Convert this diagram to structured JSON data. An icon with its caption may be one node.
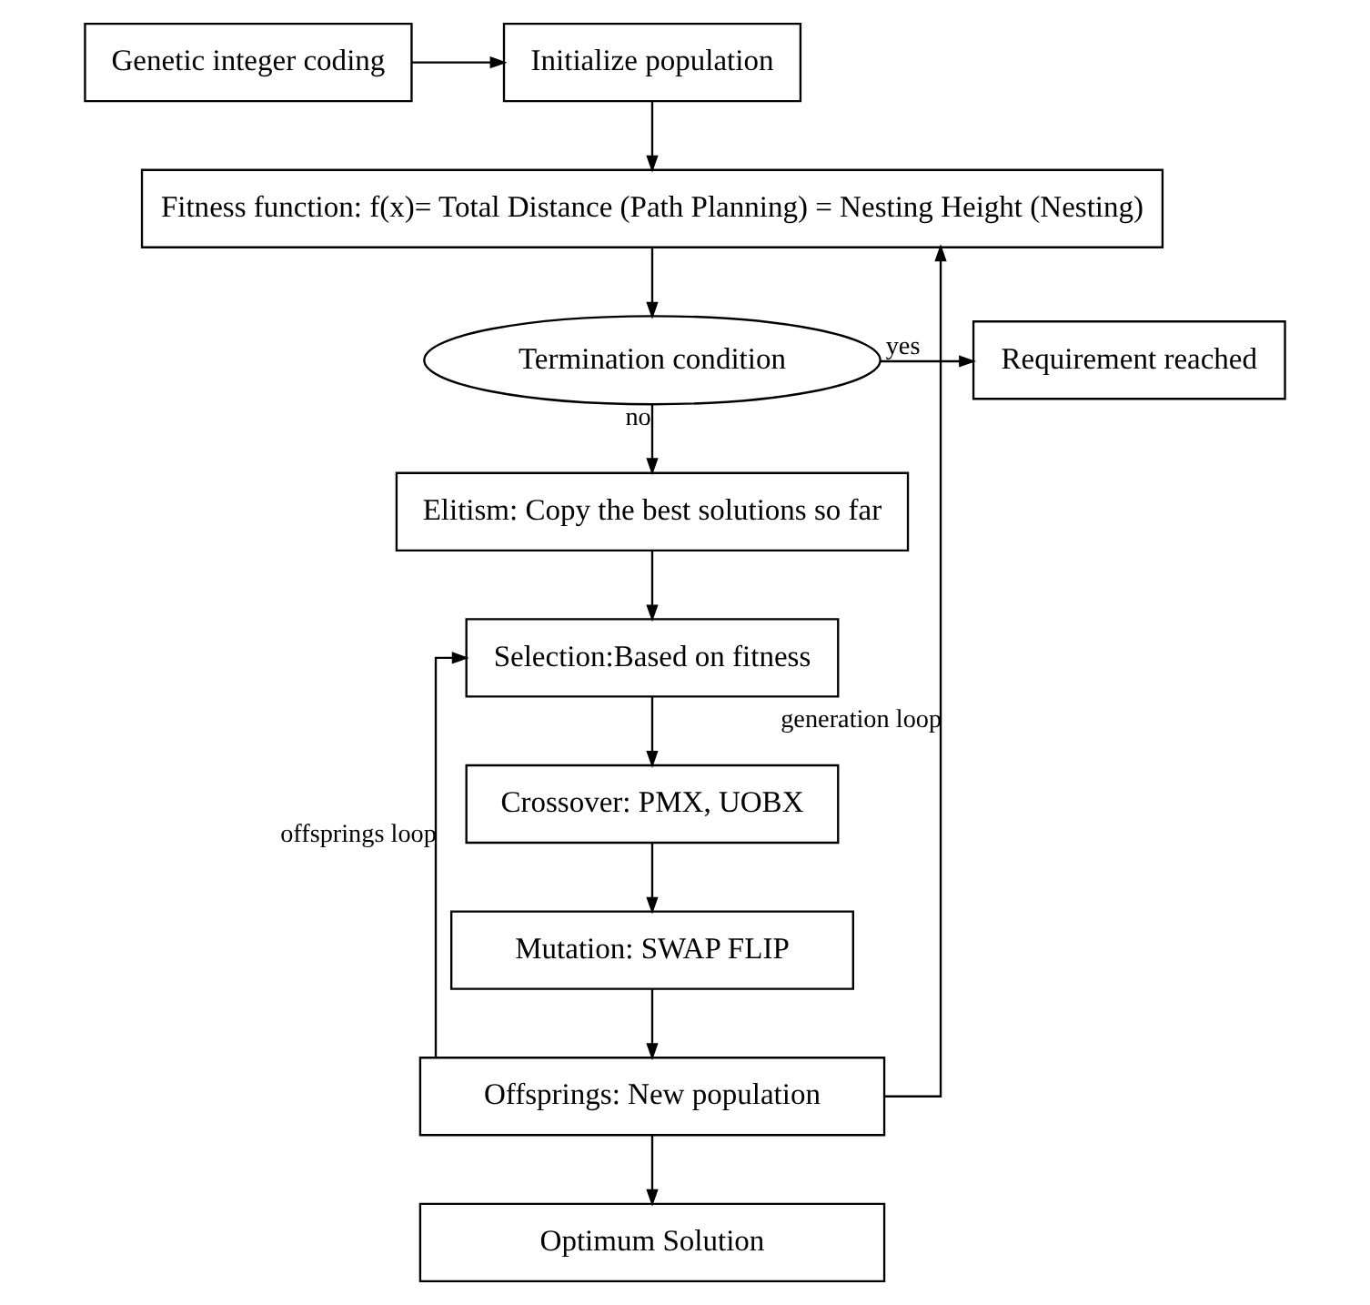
{
  "diagram": {
    "nodes": [
      {
        "text": [
          "Genetic integer coding"
        ]
      },
      {
        "text": [
          "Initialize population"
        ]
      },
      {
        "text": [
          "Fitness function: f(x)= Total Distance (Path Planning) = Nesting Height (Nesting)"
        ]
      },
      {
        "text": [
          "Termination condition"
        ]
      },
      {
        "text": [
          "Requirement reached"
        ]
      },
      {
        "text": [
          "Elitism: Copy the best solutions so far"
        ]
      },
      {
        "text": [
          "Selection:Based on fitness"
        ]
      },
      {
        "text": [
          "Crossover: PMX, UOBX"
        ]
      },
      {
        "text": [
          "Mutation: SWAP FLIP"
        ]
      },
      {
        "text": [
          "Offsprings: New population"
        ]
      },
      {
        "text": [
          "Optimum Solution"
        ]
      }
    ],
    "edges": [
      {
        "from": 0,
        "to": 1,
        "arrow": "to"
      },
      {
        "from": 1,
        "to": 2,
        "arrow": "to"
      },
      {
        "from": 2,
        "to": 3,
        "arrow": "to"
      },
      {
        "from": 3,
        "to": 4,
        "arrow": "to",
        "label": "yes"
      },
      {
        "from": 3,
        "to": 5,
        "arrow": "to",
        "label": "no"
      },
      {
        "from": 5,
        "to": 6,
        "arrow": "to"
      },
      {
        "from": 6,
        "to": 7,
        "arrow": "to"
      },
      {
        "from": 7,
        "to": 8,
        "arrow": "to"
      },
      {
        "from": 8,
        "to": 9,
        "arrow": "to"
      },
      {
        "from": 9,
        "to": 2,
        "arrow": "to",
        "label": "generation loop"
      },
      {
        "from": 9,
        "to": 6,
        "arrow": "to",
        "label": "offsprings loop"
      },
      {
        "from": 9,
        "to": 10,
        "arrow": "to"
      }
    ]
  }
}
